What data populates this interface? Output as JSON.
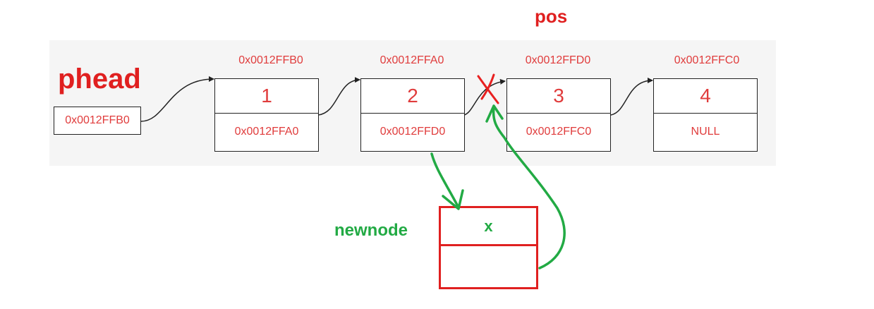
{
  "labels": {
    "phead": "phead",
    "pos": "pos",
    "newnode": "newnode"
  },
  "head_pointer": "0x0012FFB0",
  "nodes": [
    {
      "address": "0x0012FFB0",
      "value": "1",
      "next": "0x0012FFA0"
    },
    {
      "address": "0x0012FFA0",
      "value": "2",
      "next": "0x0012FFD0"
    },
    {
      "address": "0x0012FFD0",
      "value": "3",
      "next": "0x0012FFC0"
    },
    {
      "address": "0x0012FFC0",
      "value": "4",
      "next": "NULL"
    }
  ],
  "new_node": {
    "value": "x",
    "next": ""
  },
  "colors": {
    "label_red": "#e02020",
    "text_red": "#e03c3c",
    "green": "#22aa44",
    "box_border": "#222222",
    "panel": "#f5f5f5"
  }
}
